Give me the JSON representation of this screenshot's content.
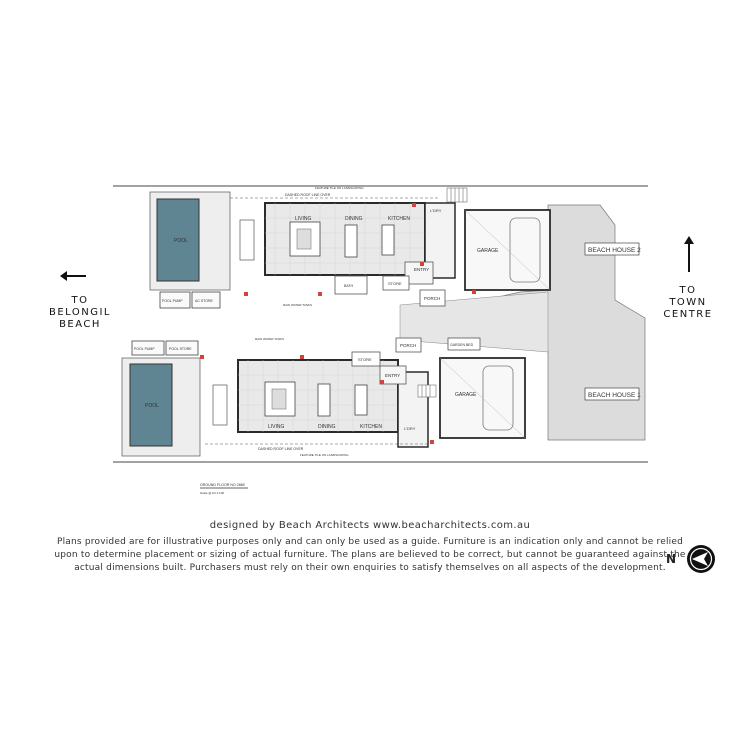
{
  "houses": [
    {
      "name": "BEACH HOUSE 2",
      "rooms": {
        "pool": "POOL",
        "living": "LIVING",
        "dining": "DINING",
        "kitchen": "KITCHEN",
        "garage": "GARAGE",
        "entry": "ENTRY",
        "store": "STORE",
        "porch": "PORCH",
        "ldry": "L'DRY",
        "pool_pump": "POOL PUMP",
        "ac_store": "AC STORE"
      },
      "notes": {
        "roof_over": "DASHED ROOF LINE OVER",
        "feature_wall": "FEATURE TILE ON LANDSCAPING",
        "rain_wall": "RAIN WATER TANKS",
        "bath": "BATH"
      }
    },
    {
      "name": "BEACH HOUSE 1",
      "rooms": {
        "pool": "POOL",
        "living": "LIVING",
        "dining": "DINING",
        "kitchen": "KITCHEN",
        "garage": "GARAGE",
        "entry": "ENTRY",
        "store": "STORE",
        "porch": "PORCH",
        "ldry": "L'DRY",
        "pool_pump": "POOL PUMP",
        "ac_store": "POOL STORE",
        "garden_bed": "GARDEN BED"
      },
      "notes": {
        "roof_over": "DASHED ROOF LINE OVER",
        "feature_wall": "FEATURE TILE ON LANDSCAPING",
        "rain_wall": "RAIN WATER TANKS"
      }
    }
  ],
  "plan_caption": "GROUND FLOOR NO 2880",
  "plan_scale": "Scale @ A3 1:100",
  "directions": {
    "left": {
      "line1": "TO",
      "line2": "BELONGIL",
      "line3": "BEACH"
    },
    "right": {
      "line1": "TO",
      "line2": "TOWN",
      "line3": "CENTRE"
    }
  },
  "credit": "designed by Beach Architects www.beacharchitects.com.au",
  "disclaimer": {
    "line1": "Plans provided are for illustrative purposes only and can only be used as a guide. Furniture is an indication only and cannot be relied",
    "line2": "upon to determine placement or sizing of actual furniture. The plans are believed to be correct, but cannot be guaranteed against the",
    "line3": "actual dimensions built. Purchasers must rely on their own enquiries to satisfy themselves on all aspects of the development."
  },
  "compass": {
    "letter": "N",
    "icon": "north-arrow-icon"
  },
  "colors": {
    "pool": "#5f8592",
    "wall": "#2b2b2b",
    "floor": "#e4e4e4",
    "driveway": "#dcdcdc",
    "red_mark": "#d0443a"
  }
}
